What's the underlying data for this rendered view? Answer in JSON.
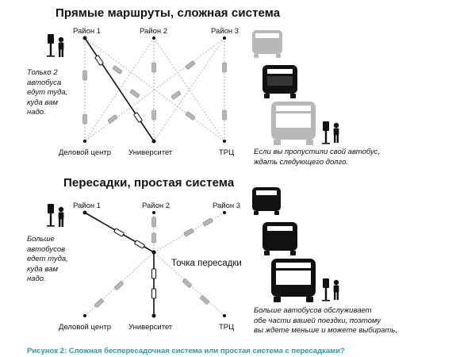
{
  "section_top": {
    "title": "Прямые маршруты, сложная система",
    "nodes": {
      "rayon1": "Район 1",
      "rayon2": "Район 2",
      "rayon3": "Район 3",
      "delovoy": "Деловой центр",
      "universitet": "Университет",
      "trc": "ТРЦ"
    },
    "note_left": [
      "Только 2",
      "автобуса",
      "едут туда,",
      "куда вам",
      "надо."
    ],
    "note_right": [
      "Если вы пропустили свой автобус,",
      "ждать следующего долго."
    ]
  },
  "section_bottom": {
    "title": "Пересадки, простая система",
    "nodes": {
      "rayon1": "Район 1",
      "rayon2": "Район 2",
      "rayon3": "Район 3",
      "delovoy": "Деловой центр",
      "universitet": "Университет",
      "trc": "ТРЦ"
    },
    "transfer_label": "Точка пересадки",
    "note_left": [
      "Больше",
      "автобусов",
      "едет туда,",
      "куда вам",
      "надо."
    ],
    "note_right": [
      "Больше автобусов обслуживает",
      "обе части вашей поездки, поэтому",
      "вы ждете меньше и можете выбирать,"
    ]
  },
  "caption": "Рисунок 2: Сложная беспересадочная система или простая система с пересадками?",
  "colors": {
    "accent": "#2a9db0",
    "faded_bus": "#b8b8b8",
    "route_gray": "#b5b5b5"
  }
}
